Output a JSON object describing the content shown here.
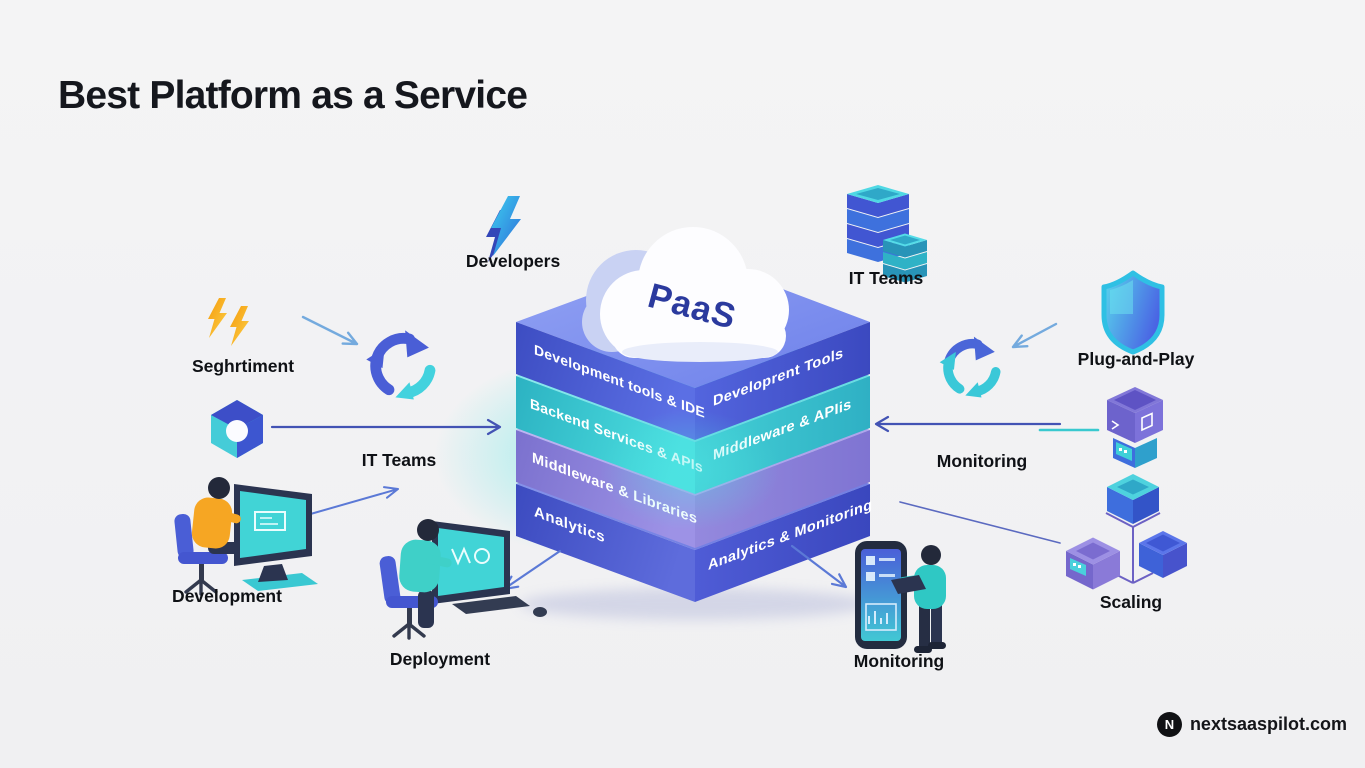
{
  "header": {
    "title": "Best Platform as a Service"
  },
  "cloud": {
    "label": "PaaS"
  },
  "stack_layers": [
    {
      "left_label": "Development tools & IDE",
      "right_label": "Developrent Tools",
      "color": "#4a5bd4"
    },
    {
      "left_label": "Backend Services & APIs",
      "right_label": "Middleware & APIis",
      "color": "#38c6cc"
    },
    {
      "left_label": "Middleware & Libraries",
      "right_label": "",
      "color": "#8d84da"
    },
    {
      "left_label": "Analytics",
      "right_label": "Analytics & Monitoring",
      "color": "#4653cc"
    }
  ],
  "labels": {
    "developers": "Developers",
    "it_teams_top": "IT Teams",
    "seghrtiment": "Seghrtiment",
    "it_teams_left": "IT Teams",
    "development": "Development",
    "deployment": "Deployment",
    "monitoring_bottom": "Monitoring",
    "monitoring_right": "Monitoring",
    "plug_and_play": "Plug-and-Play",
    "scaling": "Scaling"
  },
  "icons": {
    "developers": "blue-lightning-bolt-icon",
    "it_teams_top": "server-stack-icon",
    "seghrtiment": "double-yellow-lightning-icon",
    "it_teams_left": "sync-arrows-icon",
    "development": "person-at-computer-icon",
    "deployment": "person-at-desk-icon",
    "monitoring_bottom": "person-with-phone-icon",
    "monitoring_right": "sync-arrows-icon",
    "plug_and_play": "shield-icon",
    "scaling": "cube-cluster-icon",
    "left_mid": "hex-cube-icon",
    "right_mid": "container-box-icon"
  },
  "colors": {
    "background": "#f2f2f3",
    "layer1_blue": "#4a5bd4",
    "layer2_teal": "#38c6cc",
    "layer3_purple": "#8d84da",
    "layer4_blue": "#4653cc",
    "accent_cyan": "#43d2de",
    "arrow_blue": "#4c5cc0",
    "arrow_light": "#74aade",
    "cloud_text": "#2b3a9e"
  },
  "footer": {
    "watermark": "nextsaaspilot.com",
    "logo_letter": "N"
  }
}
